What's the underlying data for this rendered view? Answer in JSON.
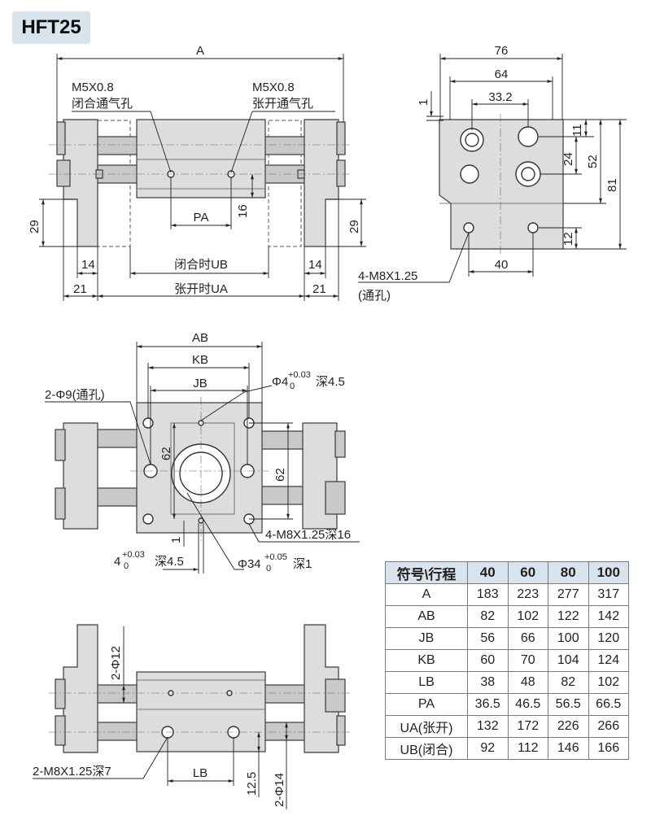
{
  "title": "HFT25",
  "front_view": {
    "dim_A": "A",
    "port_left": "M5X0.8",
    "port_left_desc": "闭合通气孔",
    "port_right": "M5X0.8",
    "port_right_desc": "张开通气孔",
    "dim_PA": "PA",
    "dim_16": "16",
    "dim_29_left": "29",
    "dim_29_right": "29",
    "dim_14_left": "14",
    "dim_14_right": "14",
    "dim_UB": "闭合时UB",
    "dim_21_left": "21",
    "dim_21_right": "21",
    "dim_UA": "张开时UA"
  },
  "side_view": {
    "dim_76": "76",
    "dim_64": "64",
    "dim_33_2": "33.2",
    "dim_1": "1",
    "dim_11": "11",
    "dim_24": "24",
    "dim_52": "52",
    "dim_81": "81",
    "dim_12": "12",
    "dim_40": "40",
    "thread": "4-M8X1.25",
    "thread_desc": "(通孔)"
  },
  "top_view": {
    "dim_AB": "AB",
    "dim_KB": "KB",
    "dim_JB": "JB",
    "hole_phi9": "2-Φ9(通孔)",
    "pin_phi4": "Φ4",
    "pin_phi4_tol_up": "+0.03",
    "pin_phi4_tol_low": "0",
    "pin_phi4_depth": "深4.5",
    "dim_62_left": "62",
    "dim_62_right": "62",
    "dim_1": "1",
    "thread": "4-M8X1.25深16",
    "dim_4": "4",
    "dim_4_tol_up": "+0.03",
    "dim_4_tol_low": "0",
    "dim_4_depth": "深4.5",
    "bore_phi34": "Φ34",
    "bore_tol_up": "+0.05",
    "bore_tol_low": "0",
    "bore_depth": "深1"
  },
  "bottom_view": {
    "dim_phi12": "2-Φ12",
    "thread": "2-M8X1.25深7",
    "dim_LB": "LB",
    "dim_12_5": "12.5",
    "dim_phi14": "2-Φ14"
  },
  "spec_table": {
    "header": [
      "符号\\行程",
      "40",
      "60",
      "80",
      "100"
    ],
    "rows": [
      [
        "A",
        "183",
        "223",
        "277",
        "317"
      ],
      [
        "AB",
        "82",
        "102",
        "122",
        "142"
      ],
      [
        "JB",
        "56",
        "66",
        "100",
        "120"
      ],
      [
        "KB",
        "60",
        "70",
        "104",
        "124"
      ],
      [
        "LB",
        "38",
        "48",
        "82",
        "102"
      ],
      [
        "PA",
        "36.5",
        "46.5",
        "56.5",
        "66.5"
      ],
      [
        "UA(张开)",
        "132",
        "172",
        "226",
        "266"
      ],
      [
        "UB(闭合)",
        "92",
        "112",
        "146",
        "166"
      ]
    ]
  }
}
